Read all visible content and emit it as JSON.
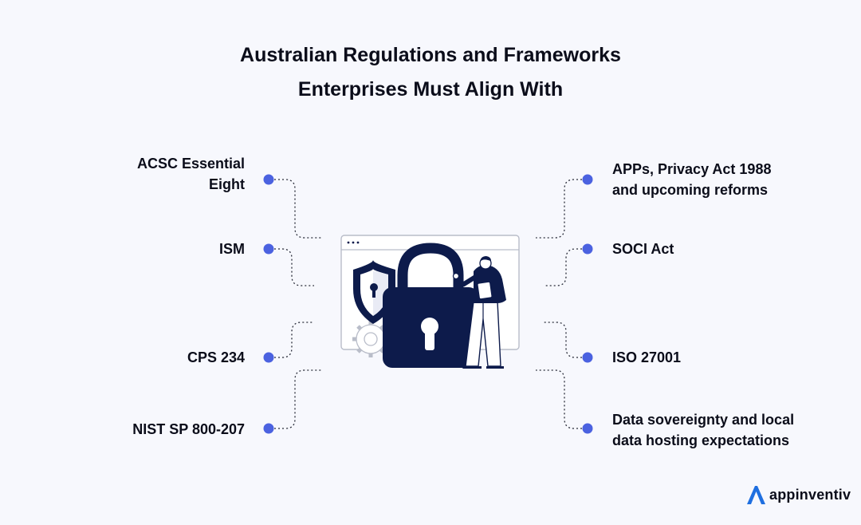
{
  "title": {
    "line1": "Australian Regulations and Frameworks",
    "line2": "Enterprises Must Align With"
  },
  "left_items": [
    {
      "line1": "ACSC Essential",
      "line2": "Eight"
    },
    {
      "line1": "ISM"
    },
    {
      "line1": "CPS 234"
    },
    {
      "line1": "NIST SP 800-207"
    }
  ],
  "right_items": [
    {
      "line1": "APPs, Privacy Act 1988",
      "line2": "and upcoming reforms"
    },
    {
      "line1": "SOCI Act"
    },
    {
      "line1": "ISO 27001"
    },
    {
      "line1": "Data sovereignty and local",
      "line2": "data hosting expectations"
    }
  ],
  "logo": {
    "text": "appinventiv"
  },
  "colors": {
    "background": "#f7f8fd",
    "dot": "#4b62e0",
    "navy": "#0d1b4b",
    "text": "#0b0d1a"
  }
}
